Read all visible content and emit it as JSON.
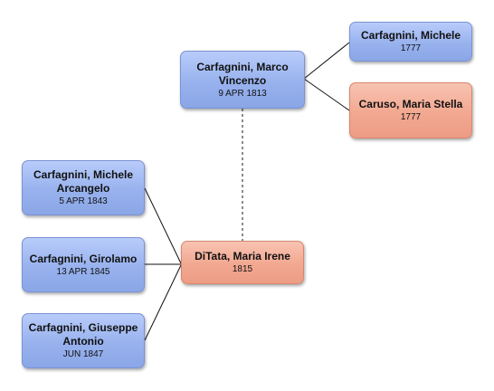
{
  "people": {
    "marco": {
      "name": "Carfagnini, Marco Vincenzo",
      "date": "9 APR 1813",
      "gender": "male"
    },
    "michele_sr": {
      "name": "Carfagnini, Michele",
      "date": "1777",
      "gender": "male"
    },
    "maria_stella": {
      "name": "Caruso, Maria Stella",
      "date": "1777",
      "gender": "female"
    },
    "michele_arcangelo": {
      "name": "Carfagnini, Michele Arcangelo",
      "date": "5 APR 1843",
      "gender": "male"
    },
    "girolamo": {
      "name": "Carfagnini, Girolamo",
      "date": "13 APR 1845",
      "gender": "male"
    },
    "giuseppe_antonio": {
      "name": "Carfagnini, Giuseppe Antonio",
      "date": "JUN 1847",
      "gender": "male"
    },
    "maria_irene": {
      "name": "DiTata, Maria Irene",
      "date": "1815",
      "gender": "female"
    }
  },
  "colors": {
    "male_fill": "#98b2ee",
    "female_fill": "#f2a891",
    "line": "#111111",
    "spouse_line": "#666666"
  }
}
